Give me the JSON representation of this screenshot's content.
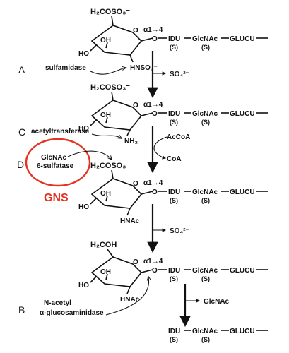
{
  "common": {
    "linkage": "α1→4",
    "ring_o": "O",
    "glyco_o": "O",
    "idu": "IDU",
    "glcnac": "GlcNAc",
    "glucu": "GLUCU",
    "sulfo": "(S)",
    "oh": "OH",
    "ho": "HO",
    "ch2oso3": "H₂COSO₃⁻",
    "so4": "SO₄²⁻"
  },
  "stage1": {
    "letter": "A",
    "enzyme": "sulfamidase",
    "amine": "HNSO₃⁻"
  },
  "stage2": {
    "letter": "C",
    "enzyme": "acetyltransferase",
    "amine": "NH₂",
    "cofactor_in": "AcCoA",
    "cofactor_out": "CoA"
  },
  "stage3": {
    "letter": "D",
    "enzyme_line1": "GlcNAc",
    "enzyme_line2": "6-sulfatase",
    "gene": "GNS",
    "amine": "HNAc"
  },
  "stage4": {
    "letter": "B",
    "enzyme_line1": "N-acetyl",
    "enzyme_line2": "α-glucosaminidase",
    "amine": "HNAc",
    "c6": "H₂COH",
    "product": "GlcNAc"
  },
  "colors": {
    "highlight": "#e53322",
    "ink": "#111111"
  }
}
